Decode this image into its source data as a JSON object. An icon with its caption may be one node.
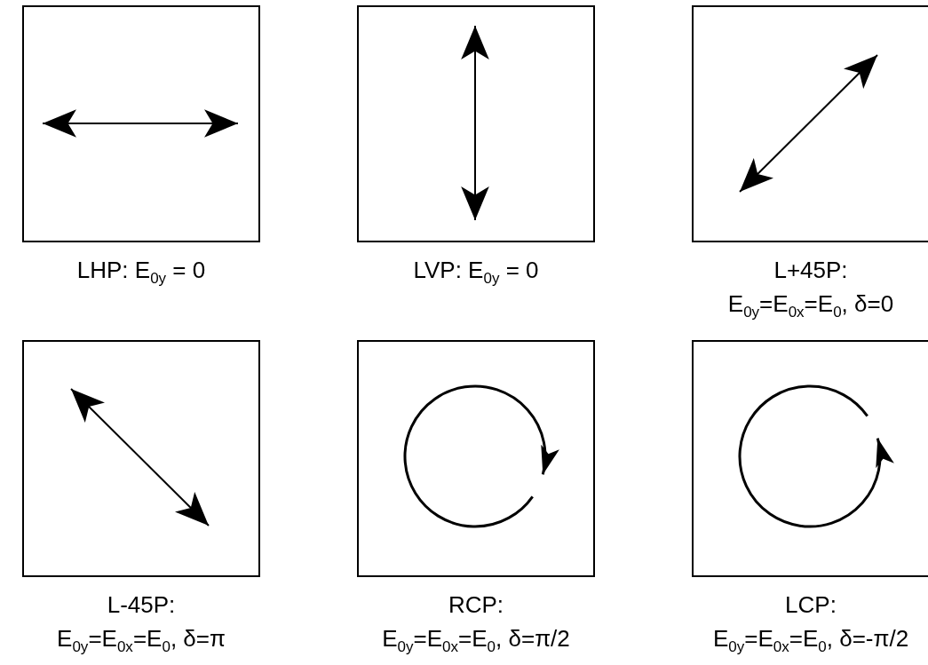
{
  "diagram": {
    "nodes": [
      {
        "text": [
          "LHP: E$_{0y}$ = 0"
        ]
      },
      {
        "text": [
          "LVP: E$_{0y}$ = 0"
        ]
      },
      {
        "text": [
          "L+45P:",
          "E$_{0y}$=E$_{0x}$=E$_{0}$, δ=0"
        ]
      },
      {
        "text": [
          "L-45P:",
          "E$_{0y}$=E$_{0x}$=E$_{0}$, δ=π"
        ]
      },
      {
        "text": [
          "RCP:",
          "E$_{0y}$=E$_{0x}$=E$_{0}$, δ=π/2"
        ]
      },
      {
        "text": [
          "LCP:",
          "E$_{0y}$=E$_{0x}$=E$_{0}$, δ=-π/2"
        ]
      }
    ]
  }
}
